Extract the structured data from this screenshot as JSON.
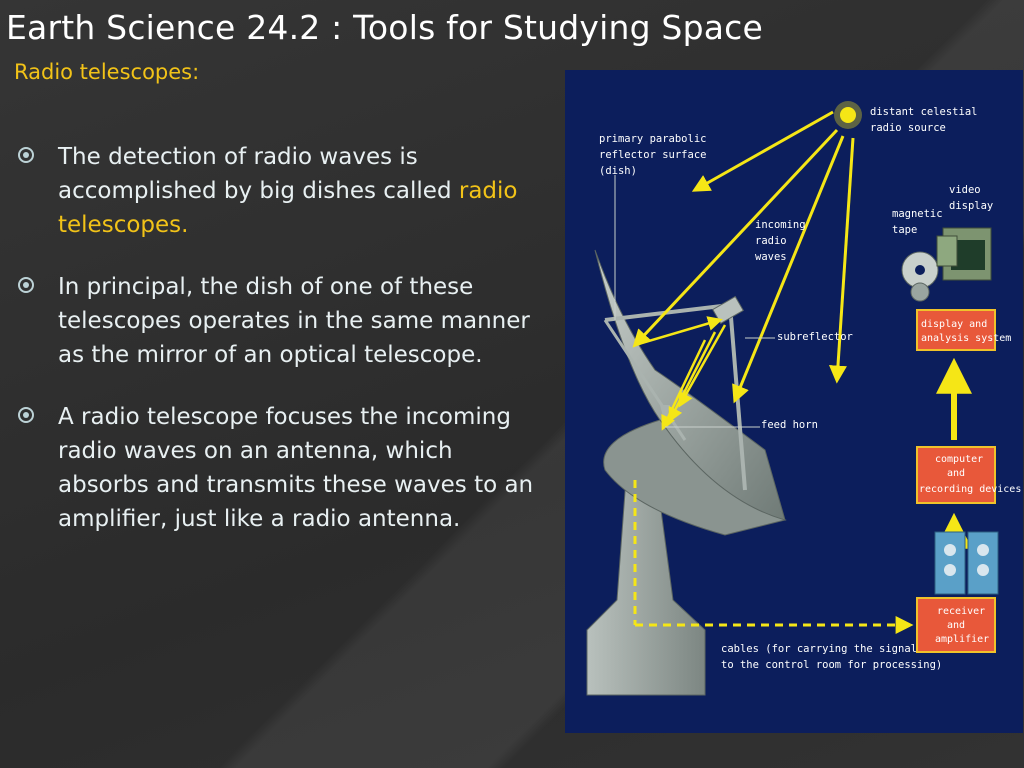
{
  "slide": {
    "title": "Earth Science 24.2 : Tools for Studying Space",
    "subtitle": "Radio telescopes:"
  },
  "bullets": [
    {
      "text": "The detection of radio waves is accomplished by big dishes called ",
      "highlight": "radio telescopes."
    },
    {
      "text": "In principal, the dish of one of these telescopes operates in the same manner as the mirror of an optical telescope."
    },
    {
      "text": "A radio telescope focuses the incoming radio waves on an antenna, which absorbs and transmits these waves to an amplifier, just like a radio antenna."
    }
  ],
  "diagram": {
    "labels": {
      "source_1": "distant celestial",
      "source_2": "radio source",
      "dish_1": "primary parabolic",
      "dish_2": "reflector surface",
      "dish_3": "(dish)",
      "waves_1": "incoming",
      "waves_2": "radio",
      "waves_3": "waves",
      "video_1": "video",
      "video_2": "display",
      "tape_1": "magnetic",
      "tape_2": "tape",
      "subreflector": "subreflector",
      "feedhorn": "feed horn",
      "display_1": "display and",
      "display_2": "analysis system",
      "computer_1": "computer",
      "computer_2": "and",
      "computer_3": "recording devices",
      "receiver_1": "receiver",
      "receiver_2": "and",
      "receiver_3": "amplifier",
      "cables_1": "cables (for carrying the signal",
      "cables_2": "to the control room for processing)"
    },
    "colors": {
      "background": "#0c1e5c",
      "arrow": "#f5e616",
      "box": "#e8583a",
      "box_border": "#f0c22a",
      "dish": "#9aa5a0"
    }
  }
}
